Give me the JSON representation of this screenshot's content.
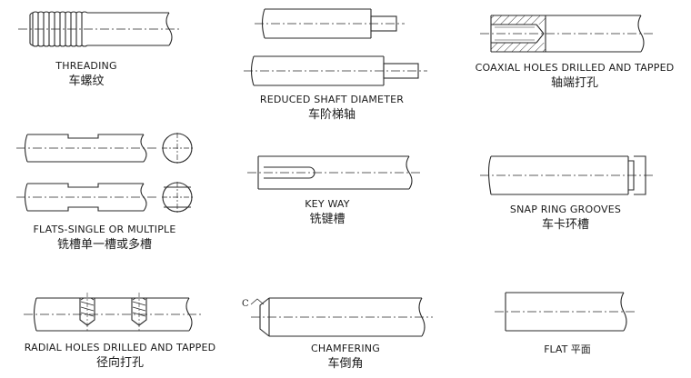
{
  "items": [
    {
      "en": "THREADING",
      "cn": "车螺纹"
    },
    {
      "en": "REDUCED SHAFT DIAMETER",
      "cn": "车阶梯轴"
    },
    {
      "en": "COAXIAL HOLES DRILLED AND TAPPED",
      "cn": "轴端打孔"
    },
    {
      "en": "FLATS-SINGLE OR MULTIPLE",
      "cn": "铣槽单一槽或多槽"
    },
    {
      "en": "KEY WAY",
      "cn": "铣键槽"
    },
    {
      "en": "SNAP RING GROOVES",
      "cn": "车卡环槽"
    },
    {
      "en": "RADIAL HOLES DRILLED AND TAPPED",
      "cn": "径向打孔"
    },
    {
      "en": "CHAMFERING",
      "cn": "车倒角"
    },
    {
      "en": "FLAT",
      "cn": "平面"
    }
  ],
  "chamfer_mark": "C"
}
